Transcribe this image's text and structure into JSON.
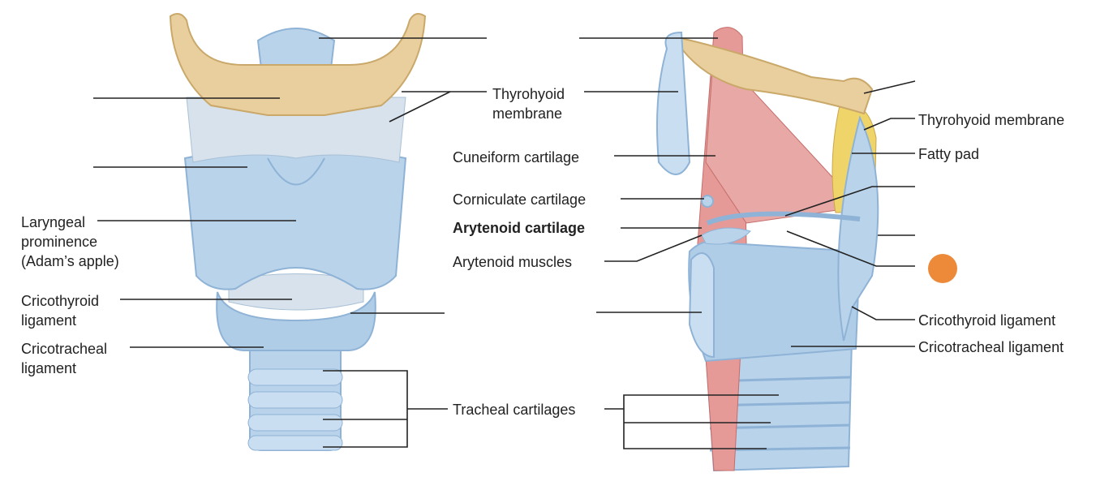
{
  "colors": {
    "cartilage_blue": "#b8d3ea",
    "cartilage_dark": "#8fb3d6",
    "membrane": "#d7e2ec",
    "bone": "#e9cf9d",
    "muscle_red": "#e69a98",
    "fat_yellow": "#efd46a",
    "marker": "#ec8a3a",
    "line": "#222222"
  },
  "labels": {
    "thyrohyoid_membrane_left": "Thyrohyoid\nmembrane",
    "laryngeal_prominence": "Laryngeal\nprominence\n(Adam’s apple)",
    "cricothyroid_ligament_left": "Cricothyroid\nligament",
    "cricotracheal_ligament_left": "Cricotracheal\nligament",
    "tracheal_cartilages": "Tracheal cartilages",
    "cuneiform_cartilage": "Cuneiform cartilage",
    "corniculate_cartilage": "Corniculate cartilage",
    "arytenoid_cartilage": "Arytenoid cartilage",
    "arytenoid_muscles": "Arytenoid muscles",
    "thyrohyoid_membrane_right": "Thyrohyoid membrane",
    "fatty_pad": "Fatty pad",
    "cricothyroid_ligament_right": "Cricothyroid ligament",
    "cricotracheal_ligament_right": "Cricotracheal ligament"
  },
  "marker": {
    "icon": "orange-circle-marker"
  }
}
